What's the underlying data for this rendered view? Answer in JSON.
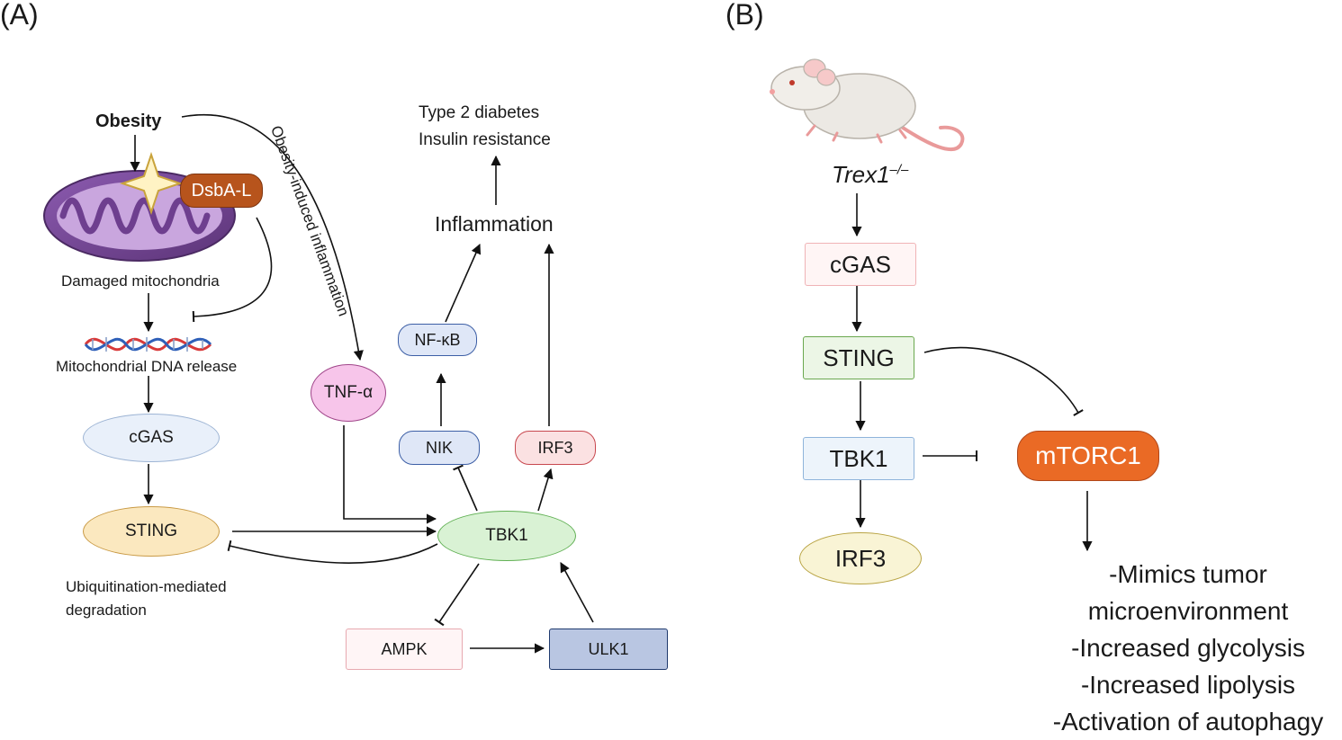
{
  "panels": {
    "a_label": "(A)",
    "b_label": "(B)"
  },
  "panel_a": {
    "obesity": "Obesity",
    "dsba_l": "DsbA-L",
    "damaged_mito": "Damaged mitochondria",
    "mtdna_release": "Mitochondrial DNA release",
    "cgas": "cGAS",
    "sting": "STING",
    "ubiq_line1": "Ubiquitination-mediated",
    "ubiq_line2": "degradation",
    "obesity_inflammation": "Obesity-induced inflammation",
    "tnf": "TNF-α",
    "t2d": "Type 2 diabetes",
    "insulin_res": "Insulin resistance",
    "inflammation": "Inflammation",
    "nfkb": "NF-κB",
    "nik": "NIK",
    "irf3": "IRF3",
    "tbk1": "TBK1",
    "ampk": "AMPK",
    "ulk1": "ULK1"
  },
  "panel_b": {
    "mouse_line": "Trex1",
    "mouse_sup": "–/–",
    "cgas": "cGAS",
    "sting": "STING",
    "tbk1": "TBK1",
    "irf3": "IRF3",
    "mtorc1": "mTORC1",
    "outcomes": [
      "-Mimics tumor",
      "microenvironment",
      "-Increased glycolysis",
      "-Increased lipolysis",
      "-Activation of autophagy"
    ]
  },
  "colors": {
    "cgas_fill": "#e9f0fa",
    "cgas_border": "#9db4d4",
    "sting_fill": "#fbe8bf",
    "sting_border": "#c99a45",
    "tbk1_fill": "#d9f2d4",
    "tbk1_border": "#61b054",
    "nik_fill": "#dfe7f7",
    "nik_border": "#3d5fa6",
    "irf3_fill": "#fbe1e2",
    "irf3_border": "#c8484f",
    "tnf_fill": "#f7c5ea",
    "tnf_border": "#a0468a",
    "ampk_fill": "#fff5f6",
    "ampk_border": "#e7a9b0",
    "ulk1_fill": "#b9c6e2",
    "ulk1_border": "#203a6e",
    "b_cgas_fill": "#fff5f5",
    "b_cgas_border": "#f0b3b6",
    "b_sting_fill": "#ecf6e6",
    "b_sting_border": "#6aa84f",
    "b_tbk1_fill": "#edf4fb",
    "b_tbk1_border": "#8fb4db",
    "b_irf3_fill": "#f9f4d5",
    "b_irf3_border": "#b9a444",
    "mtorc1_fill": "#ea6a25",
    "mtorc1_border": "#b0471a",
    "dsba_fill": "#b7541c",
    "mito_fill": "#7a4a99"
  },
  "icons": [
    "mitochondrion-icon",
    "star-burst-icon",
    "dna-helix-icon",
    "mouse-icon"
  ]
}
